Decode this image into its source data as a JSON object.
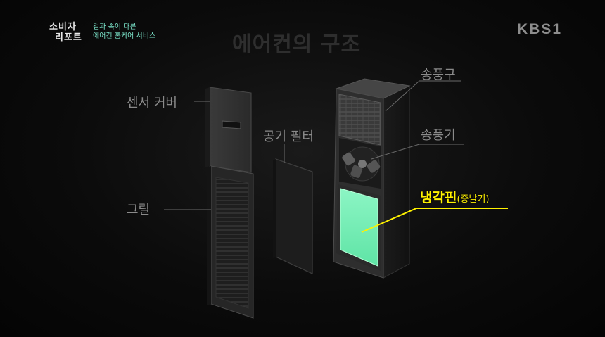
{
  "program": {
    "logo_line1": "소비자",
    "logo_line2": "리포트",
    "subtitle_line1": "겉과 속이 다른",
    "subtitle_line2": "에어컨 홈케어 서비스"
  },
  "title": "에어컨의 구조",
  "broadcaster": "KBS1",
  "labels": {
    "sensor_cover": "센서 커버",
    "grille": "그릴",
    "air_filter": "공기 필터",
    "outlet": "송풍구",
    "blower": "송풍기",
    "cooling_fin": "냉각핀",
    "cooling_fin_sub": "(증발기)"
  },
  "colors": {
    "highlight": "#fff200",
    "evaporator": "#7af0b8",
    "subtitle": "#7be3c9"
  }
}
